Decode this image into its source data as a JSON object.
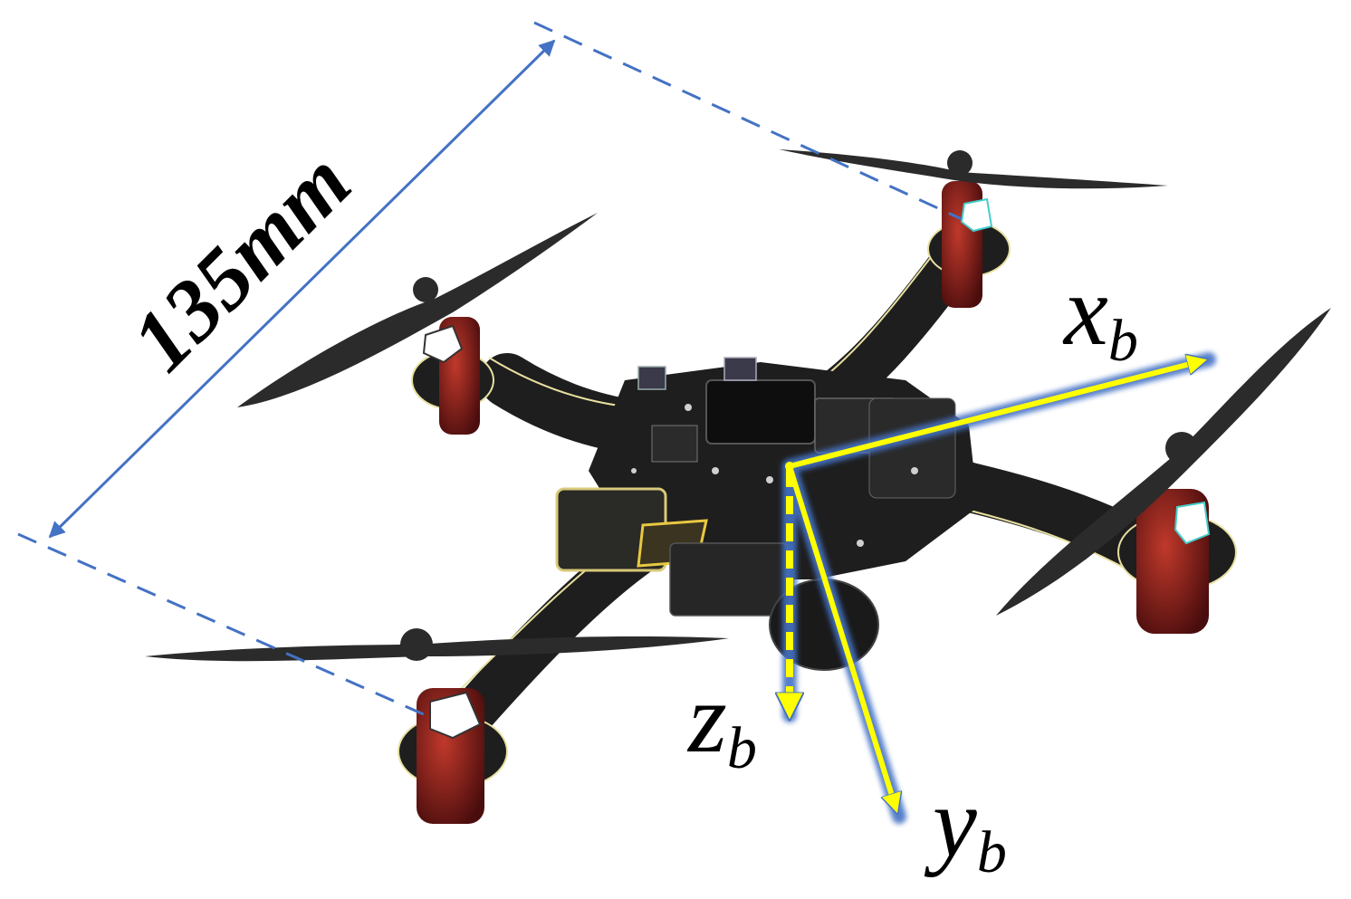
{
  "dimension": {
    "label": "135mm",
    "color": "#4472c4"
  },
  "axes": {
    "x": {
      "base": "x",
      "sub": "b"
    },
    "y": {
      "base": "y",
      "sub": "b"
    },
    "z": {
      "base": "z",
      "sub": "b"
    },
    "arrow_color": "#ffff00",
    "glow_color": "#4472c4",
    "label_color": "#000000"
  },
  "drone": {
    "name": "quadrotor",
    "body_color": "#1e1e1e",
    "motor_color": "#8b1a1a",
    "trace_color": "#e8e0a0"
  }
}
